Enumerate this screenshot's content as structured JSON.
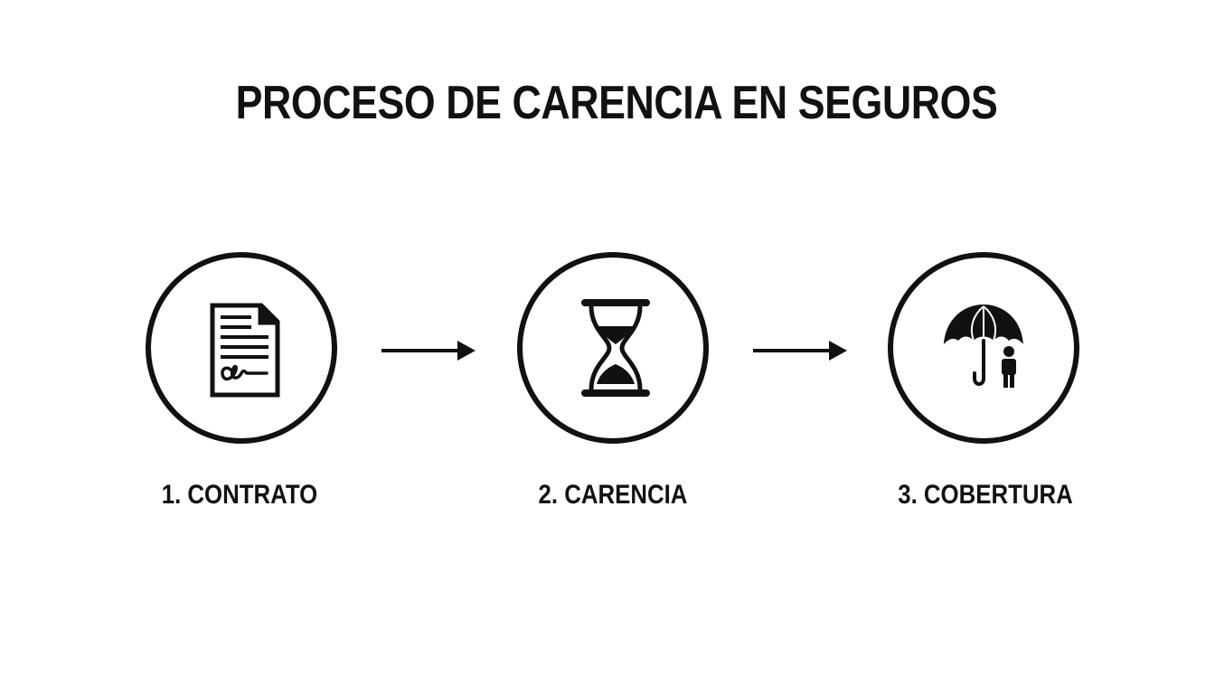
{
  "title": "PROCESO DE CARENCIA EN SEGUROS",
  "steps": [
    {
      "label": "1. CONTRATO",
      "icon": "signed-contract-icon"
    },
    {
      "label": "2. CARENCIA",
      "icon": "hourglass-icon"
    },
    {
      "label": "3. COBERTURA",
      "icon": "umbrella-person-icon"
    }
  ],
  "connectors": [
    {
      "icon": "arrow-right-icon"
    },
    {
      "icon": "arrow-right-icon"
    }
  ],
  "colors": {
    "ink": "#111111",
    "background": "#ffffff"
  }
}
